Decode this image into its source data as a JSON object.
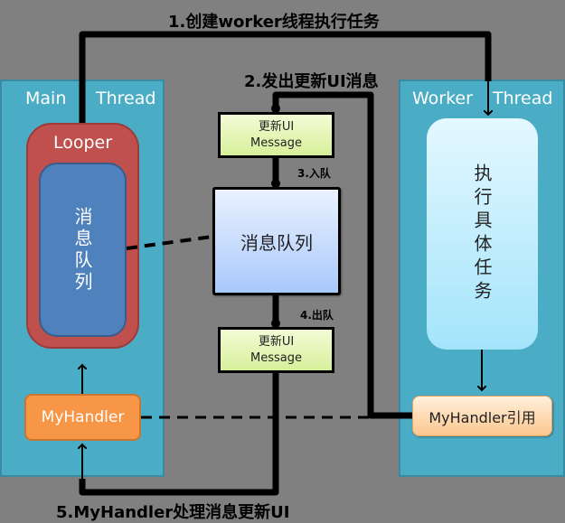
{
  "main_thread": {
    "title_left": "Main",
    "title_right": "Thread",
    "looper": {
      "label": "Looper",
      "queue_label": "消息队列"
    },
    "handler_label": "MyHandler"
  },
  "worker_thread": {
    "title_left": "Worker",
    "title_right": "Thread",
    "task_label": "执行具体任务",
    "handler_ref_label": "MyHandler引用"
  },
  "center": {
    "message_top": {
      "line1": "更新UI",
      "line2": "Message"
    },
    "queue_label": "消息队列",
    "message_bottom": {
      "line1": "更新UI",
      "line2": "Message"
    }
  },
  "steps": {
    "step1": "1.创建worker线程执行任务",
    "step2": "2.发出更新UI消息",
    "step3": "3.入队",
    "step4": "4.出队",
    "step5": "5.MyHandler处理消息更新UI"
  },
  "colors": {
    "background": "#808080",
    "thread_panel": "#4bacc6",
    "looper": "#c0504d",
    "inner_queue": "#4f81bd",
    "handler": "#f79646",
    "message": "#d6f09a",
    "queue_box": "#a9c8fb",
    "task": "#a3e4fb",
    "handler_ref": "#fcc78e"
  }
}
